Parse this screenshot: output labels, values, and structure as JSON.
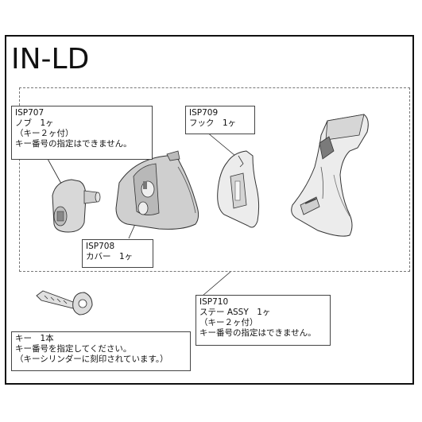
{
  "title": "IN-LD",
  "parts": {
    "isp707": {
      "code": "ISP707",
      "line1": "ノブ　1ヶ",
      "line2": "（キー２ヶ付）",
      "line3": "キー番号の指定はできません。"
    },
    "isp709": {
      "code": "ISP709",
      "line1": "フック　1ヶ"
    },
    "isp708": {
      "code": "ISP708",
      "line1": "カバー　1ヶ"
    },
    "isp710": {
      "code": "ISP710",
      "line1": "ステー ASSY　1ヶ",
      "line2": "（キー２ヶ付）",
      "line3": "キー番号の指定はできません。"
    },
    "key": {
      "line1": "キー　1本",
      "line2": "キー番号を指定してください。",
      "line3": "（キーシリンダーに刻印されています。）"
    }
  },
  "colors": {
    "part_fill": "#d6d6d6",
    "part_light": "#ececec",
    "part_dark": "#8a8a8a",
    "outline": "#333333"
  }
}
